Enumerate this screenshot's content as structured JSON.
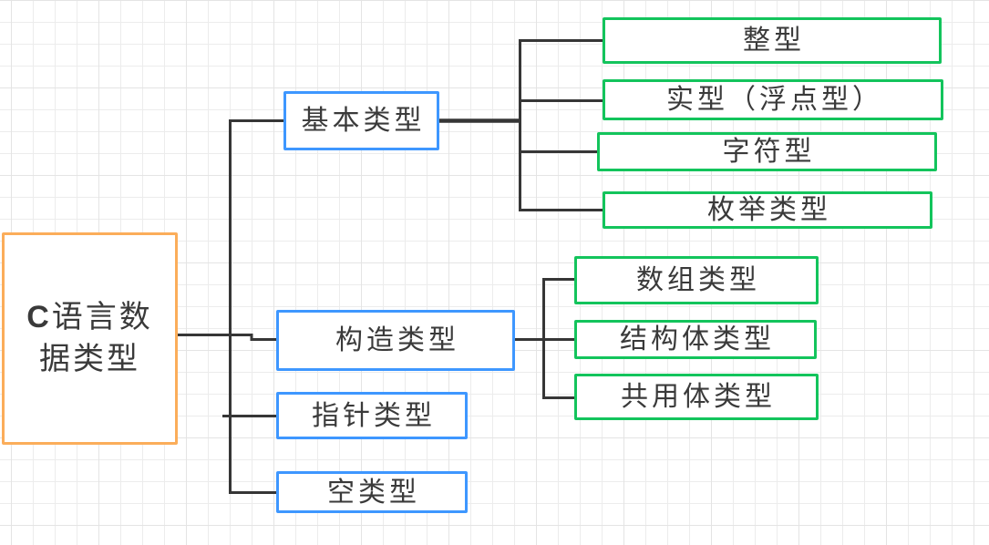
{
  "diagram": {
    "type": "tree",
    "root": {
      "label": "C语言数据类型"
    },
    "branches": [
      {
        "label": "基本类型",
        "children": [
          "整型",
          "实型（浮点型）",
          "字符型",
          "枚举类型"
        ]
      },
      {
        "label": "构造类型",
        "children": [
          "数组类型",
          "结构体类型",
          "共用体类型"
        ]
      },
      {
        "label": "指针类型",
        "children": []
      },
      {
        "label": "空类型",
        "children": []
      }
    ],
    "colors": {
      "root_border": "#FBAD5A",
      "branch_border": "#3E97FF",
      "leaf_border": "#13C45C",
      "line": "#363636",
      "text": "#3A3A3A",
      "canvas_bg": "#FFFFFF",
      "grid_line": "#ECECEC",
      "grid_line_major": "#E4E4E4"
    }
  }
}
